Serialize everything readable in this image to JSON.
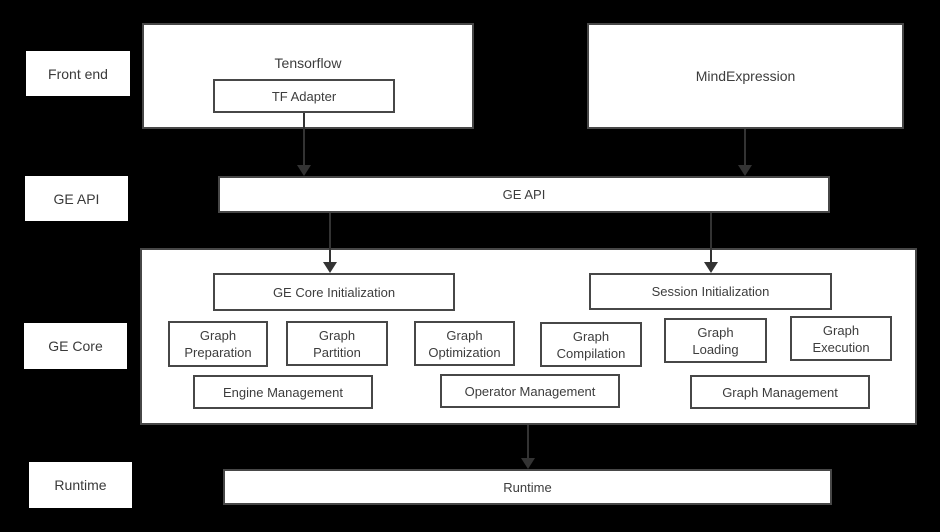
{
  "colors": {
    "background": "#000000",
    "box_fill": "#ffffff",
    "box_border": "#474747",
    "text": "#3d3d3d",
    "arrow": "#333333"
  },
  "side_labels": {
    "front_end": "Front end",
    "ge_api": "GE API",
    "ge_core": "GE Core",
    "runtime": "Runtime"
  },
  "front_end": {
    "tensorflow_label": "Tensorflow",
    "tf_adapter_label": "TF Adapter",
    "mindexpression_label": "MindExpression"
  },
  "ge_api": {
    "bar_label": "GE API"
  },
  "ge_core": {
    "core_init_label": "GE Core Initialization",
    "session_init_label": "Session Initialization",
    "graph_boxes": [
      {
        "line1": "Graph",
        "line2": "Preparation"
      },
      {
        "line1": "Graph",
        "line2": "Partition"
      },
      {
        "line1": "Graph",
        "line2": "Optimization"
      },
      {
        "line1": "Graph",
        "line2": "Compilation"
      },
      {
        "line1": "Graph",
        "line2": "Loading"
      },
      {
        "line1": "Graph",
        "line2": "Execution"
      }
    ],
    "management_boxes": [
      {
        "label": "Engine Management"
      },
      {
        "label": "Operator Management"
      },
      {
        "label": "Graph Management"
      }
    ]
  },
  "runtime": {
    "bar_label": "Runtime"
  }
}
